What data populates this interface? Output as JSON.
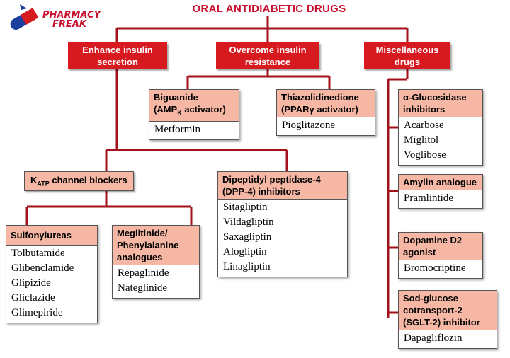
{
  "title": "ORAL ANTIDIABETIC DRUGS",
  "logo": {
    "line1": "PHARMACY",
    "line2": "FREAK"
  },
  "categories": {
    "insulin_secretion": "Enhance insulin secretion",
    "insulin_resistance": "Overcome insulin resistance",
    "misc": "Miscellaneous drugs"
  },
  "katp": {
    "label_pre": "K",
    "label_sub": "ATP",
    "label_post": " channel blockers"
  },
  "biguanide": {
    "title_line1": "Biguanide",
    "title_line2_pre": "(AMP",
    "title_line2_sub": "K",
    "title_line2_post": " activator)",
    "drugs": [
      "Metformin"
    ]
  },
  "tzd": {
    "title_line1": "Thiazolidinedione",
    "title_line2": "(PPARγ activator)",
    "drugs": [
      "Pioglitazone"
    ]
  },
  "dpp4": {
    "title": "Dipeptidyl peptidase-4 (DPP-4) inhibitors",
    "drugs": [
      "Sitagliptin",
      "Vildagliptin",
      "Saxagliptin",
      "Alogliptin",
      "Linagliptin"
    ]
  },
  "sulfonylureas": {
    "title": "Sulfonylureas",
    "drugs": [
      "Tolbutamide",
      "Glibenclamide",
      "Glipizide",
      "Gliclazide",
      "Glimepiride"
    ]
  },
  "meglitinide": {
    "title": "Meglitinide/ Phenylalanine analogues",
    "drugs": [
      "Repaglinide",
      "Nateglinide"
    ]
  },
  "glucosidase": {
    "title": "α-Glucosidase inhibitors",
    "drugs": [
      "Acarbose",
      "Miglitol",
      "Voglibose"
    ]
  },
  "amylin": {
    "title": "Amylin analogue",
    "drugs": [
      "Pramlintide"
    ]
  },
  "dopamine": {
    "title": "Dopamine D2 agonist",
    "drugs": [
      "Bromocriptine"
    ]
  },
  "sglt2": {
    "title": "Sod-glucose cotransport-2 (SGLT-2) inhibitor",
    "drugs": [
      "Dapagliflozin"
    ]
  },
  "colors": {
    "red": "#d71920",
    "salmon": "#f6b8a4",
    "line": "#a3111a"
  }
}
